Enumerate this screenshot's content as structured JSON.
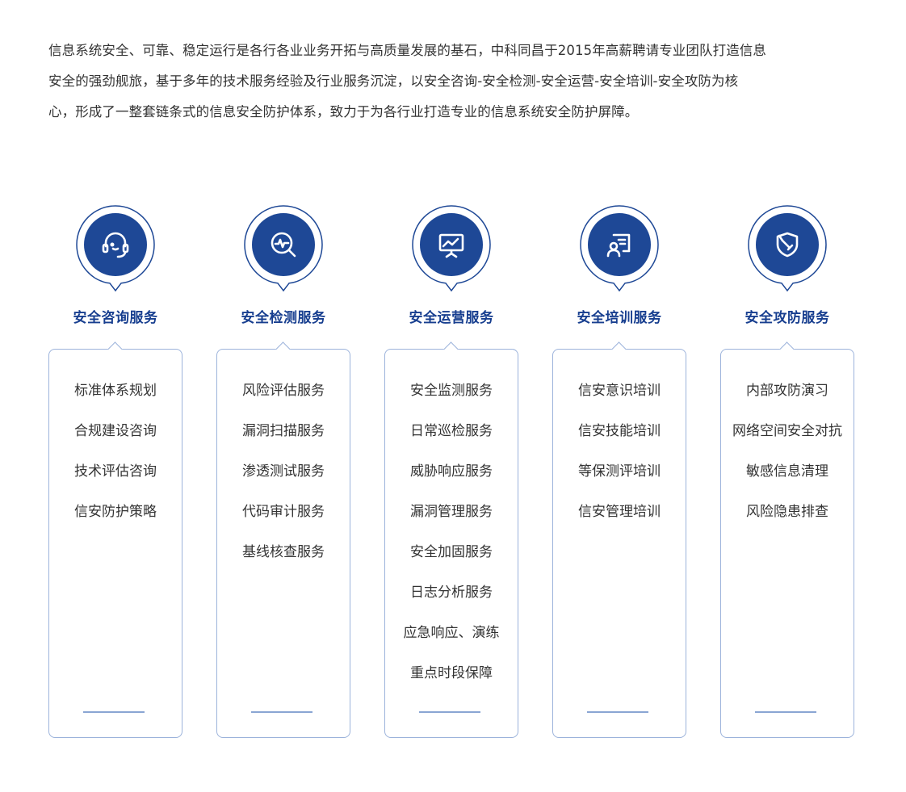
{
  "intro": {
    "line1": "信息系统安全、可靠、稳定运行是各行各业业务开拓与高质量发展的基石，中科同昌于2015年高薪聘请专业团队打造信息",
    "line2": "安全的强劲舰旅，基于多年的技术服务经验及行业服务沉淀，以安全咨询-安全检测-安全运营-安全培训-安全攻防为核",
    "line3": "心，形成了一整套链条式的信息安全防护体系，致力于为各行业打造专业的信息系统安全防护屏障。"
  },
  "colors": {
    "accent": "#173e8f",
    "icon_bg": "#1e4896",
    "border": "#9cb3db"
  },
  "services": [
    {
      "icon": "headset-icon",
      "title": "安全咨询服务",
      "items": [
        "标准体系规划",
        "合规建设咨询",
        "技术评估咨询",
        "信安防护策略"
      ]
    },
    {
      "icon": "search-pulse-icon",
      "title": "安全检测服务",
      "items": [
        "风险评估服务",
        "漏洞扫描服务",
        "渗透测试服务",
        "代码审计服务",
        "基线核查服务"
      ]
    },
    {
      "icon": "monitor-chart-icon",
      "title": "安全运营服务",
      "items": [
        "安全监测服务",
        "日常巡检服务",
        "威胁响应服务",
        "漏洞管理服务",
        "安全加固服务",
        "日志分析服务",
        "应急响应、演练",
        "重点时段保障"
      ]
    },
    {
      "icon": "trainer-board-icon",
      "title": "安全培训服务",
      "items": [
        "信安意识培训",
        "信安技能培训",
        "等保测评培训",
        "信安管理培训"
      ]
    },
    {
      "icon": "shield-sword-icon",
      "title": "安全攻防服务",
      "items": [
        "内部攻防演习",
        "网络空间安全对抗",
        "敏感信息清理",
        "风险隐患排查"
      ]
    }
  ]
}
